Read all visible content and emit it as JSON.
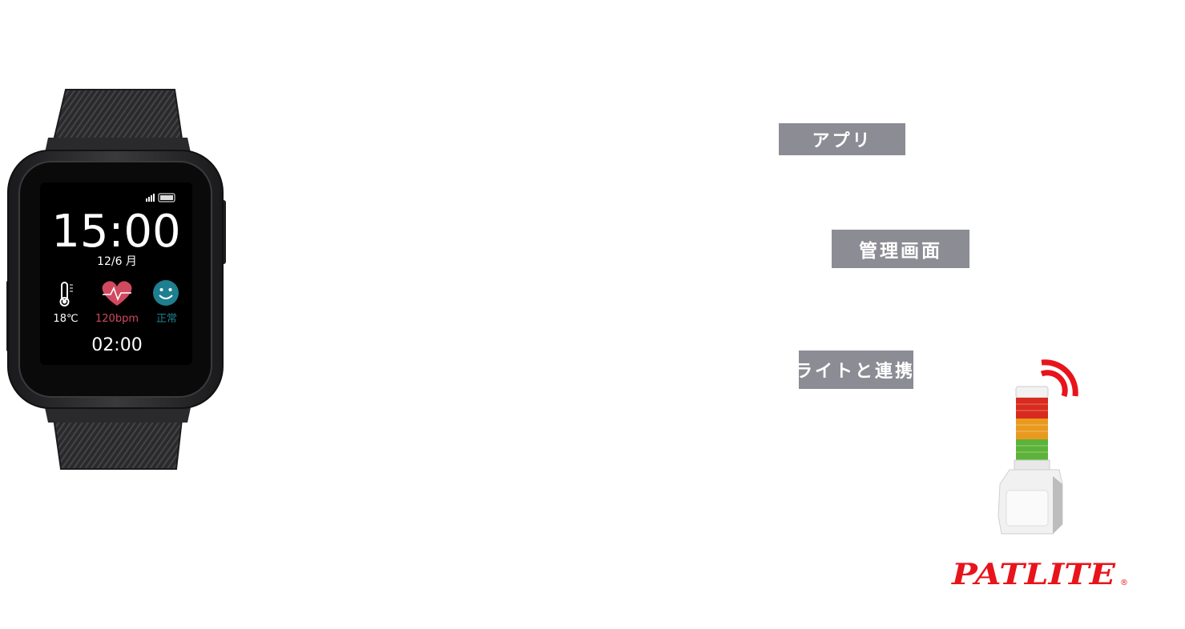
{
  "watch": {
    "time": "15:00",
    "date": "12/6 月",
    "temperature": "18℃",
    "heart_rate": "120bpm",
    "status": "正常",
    "timer": "02:00",
    "icons": [
      "signal-icon",
      "battery-icon",
      "thermometer-icon",
      "heart-rate-icon",
      "smiley-icon"
    ],
    "colors": {
      "heart": "#d0495f",
      "status": "#1e7f8f"
    }
  },
  "labels": {
    "app": "アプリ",
    "admin": "管理画面",
    "light": "ライトと連携"
  },
  "brand": {
    "logo_text": "PATLITE",
    "registered": "®",
    "color": "#e8141c"
  },
  "colors": {
    "tag_bg": "#8c8c95"
  }
}
